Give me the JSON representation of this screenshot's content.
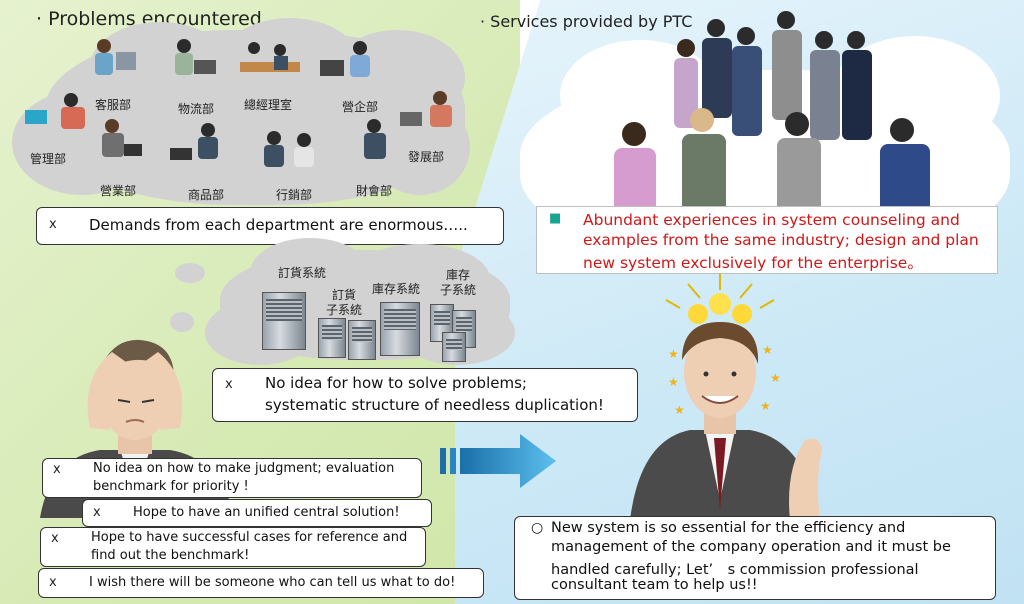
{
  "left": {
    "title": "· Problems encountered",
    "departments": [
      "客服部",
      "物流部",
      "總經理室",
      "營企部",
      "管理部",
      "營業部",
      "商品部",
      "行銷部",
      "財會部",
      "發展部"
    ],
    "demand_box": {
      "marker": "x",
      "text": "Demands from each department are enormous….."
    },
    "systems": [
      "訂貨系統",
      "訂貨\n子系統",
      "庫存系統",
      "庫存\n子系統"
    ],
    "solve_box": {
      "marker": "x",
      "line1": "No idea for how to solve problems;",
      "line2": "systematic structure of needless duplication!"
    },
    "issues": [
      {
        "marker": "x",
        "line1": "No idea on how to make judgment; evaluation",
        "line2": "benchmark for priority !"
      },
      {
        "marker": "x",
        "line1": "Hope to have an unified central solution!",
        "line2": ""
      },
      {
        "marker": "x",
        "line1": "Hope to have successful cases for reference and",
        "line2": "find out the benchmark!"
      },
      {
        "marker": "x",
        "line1": "I wish there will be someone who can tell us what to do!",
        "line2": ""
      }
    ]
  },
  "right": {
    "title": "· Services provided by PTC",
    "service_box": {
      "marker": "■",
      "line1": "Abundant experiences in system counseling and",
      "line2": "examples from the same industry; design and plan",
      "line3": "new system exclusively for the enterprise。"
    },
    "conclusion_box": {
      "marker": "○",
      "line1": "New system is so essential for the efficiency and",
      "line2": "management of the company operation and it must be",
      "line3": "handled carefully; Let’　s commission professional",
      "line4": "consultant team to help us!!"
    }
  },
  "colors": {
    "service_text": "#d01818",
    "service_marker": "#1aa38f",
    "arrow": "#2d8fd0"
  }
}
